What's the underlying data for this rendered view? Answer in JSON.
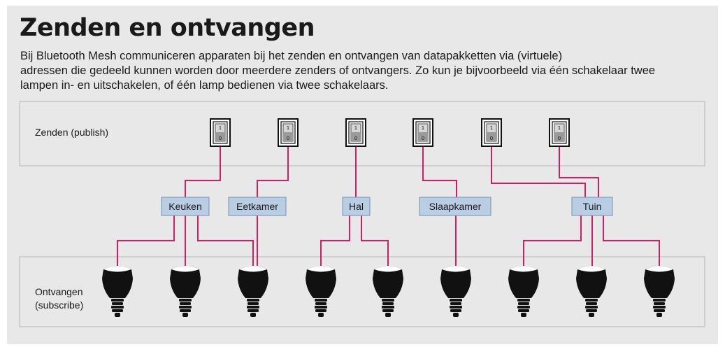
{
  "title": "Zenden en ontvangen",
  "intro_lines": [
    "Bij Bluetooth Mesh communiceren apparaten bij het zenden en ontvangen van datapakketten via (virtuele)",
    "adressen die gedeeld kunnen worden door meerdere zenders of ontvangers. Zo kun je bijvoorbeeld via één schakelaar twee",
    "lampen in- en uitschakelen, of één lamp bedienen via twee schakelaars."
  ],
  "rows": {
    "send_label": "Zenden (publish)",
    "receive_label_lines": [
      "Ontvangen",
      "(subscribe)"
    ]
  },
  "switch_text": {
    "on": "1",
    "off": "0"
  },
  "groups": [
    "Keuken",
    "Eetkamer",
    "Hal",
    "Slaapkamer",
    "Tuin"
  ],
  "switch_count": 6,
  "lamp_count": 9,
  "publish_links": [
    {
      "switch": 1,
      "group": "Keuken"
    },
    {
      "switch": 2,
      "group": "Eetkamer"
    },
    {
      "switch": 3,
      "group": "Hal"
    },
    {
      "switch": 4,
      "group": "Slaapkamer"
    },
    {
      "switch": 5,
      "group": "Tuin"
    },
    {
      "switch": 6,
      "group": "Tuin"
    }
  ],
  "subscribe_links": [
    {
      "group": "Keuken",
      "lamps": [
        1,
        2,
        3
      ]
    },
    {
      "group": "Eetkamer",
      "lamps": [
        3
      ]
    },
    {
      "group": "Hal",
      "lamps": [
        4,
        5
      ]
    },
    {
      "group": "Slaapkamer",
      "lamps": [
        6
      ]
    },
    {
      "group": "Tuin",
      "lamps": [
        7,
        8,
        9
      ]
    }
  ],
  "colors": {
    "panel_bg": "#e8e8e9",
    "box_bg": "#e8e8e9",
    "box_border": "#b5b5b7",
    "wire": "#cc1f66",
    "group_fill": "#b9cde3",
    "group_border": "#7691b5",
    "lamp": "#111111",
    "text": "#1a1a1a"
  }
}
